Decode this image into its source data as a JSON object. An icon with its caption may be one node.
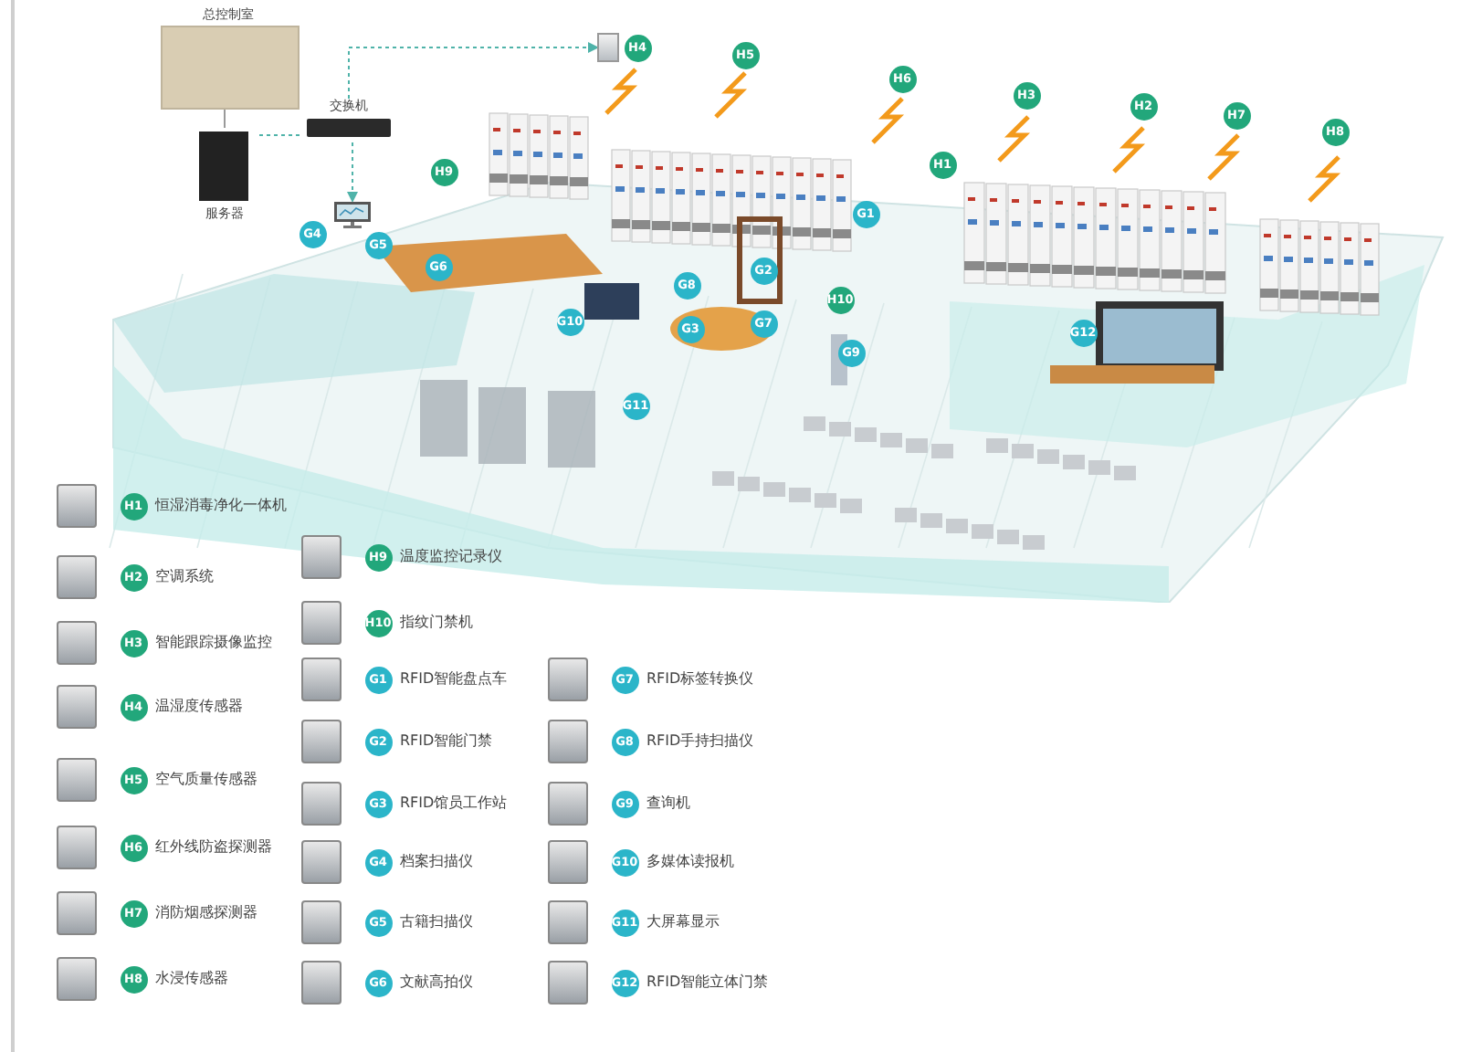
{
  "diagram": {
    "nodes": [
      {
        "text": [
          "总控制室"
        ]
      },
      {
        "text": [
          "服务器"
        ]
      },
      {
        "text": [
          "交换机"
        ]
      },
      {
        "text": [],
        "shape": "picture"
      },
      {
        "text": [],
        "shape": "picture"
      }
    ],
    "edges": [
      {
        "from": 0,
        "to": 1,
        "arrow": "none",
        "color": "#9a9a9a"
      },
      {
        "from": 1,
        "to": 2,
        "arrow": "none",
        "style": "dashed"
      },
      {
        "from": 2,
        "to": 3,
        "arrow": "to",
        "style": "dashed"
      },
      {
        "from": 2,
        "to": 4,
        "arrow": "to",
        "style": "dashed"
      }
    ],
    "labels": [
      "H4",
      "H5",
      "H6",
      "H3",
      "H2",
      "H7",
      "H8",
      "H1",
      "H9",
      "G1",
      "G4",
      "G5",
      "G6",
      "G2",
      "G8",
      "H10",
      "G10",
      "G7",
      "G3",
      "G12",
      "G9",
      "G11",
      "H1",
      "H2",
      "H3",
      "H4",
      "H5",
      "H6",
      "H7",
      "H8",
      "H9",
      "H10",
      "G1",
      "G2",
      "G3",
      "G4",
      "G5",
      "G6",
      "G7",
      "G8",
      "G9",
      "G10",
      "G11",
      "G12"
    ],
    "legend": [
      {
        "text": "恒湿消毒净化一体机"
      },
      {
        "text": "空调系统"
      },
      {
        "text": "智能跟踪摄像监控"
      },
      {
        "text": "温湿度传感器"
      },
      {
        "text": "空气质量传感器"
      },
      {
        "text": "红外线防盗探测器"
      },
      {
        "text": "消防烟感探测器"
      },
      {
        "text": "水浸传感器"
      },
      {
        "text": "温度监控记录仪"
      },
      {
        "text": "指纹门禁机"
      },
      {
        "text": "RFID智能盘点车"
      },
      {
        "text": "RFID智能门禁"
      },
      {
        "text": "RFID馆员工作站"
      },
      {
        "text": "档案扫描仪"
      },
      {
        "text": "古籍扫描仪"
      },
      {
        "text": "文献高拍仪"
      },
      {
        "text": "RFID标签转换仪"
      },
      {
        "text": "RFID手持扫描仪"
      },
      {
        "text": "查询机"
      },
      {
        "text": "多媒体读报机"
      },
      {
        "text": "大屏幕显示"
      },
      {
        "text": "RFID智能立体门禁"
      }
    ]
  }
}
